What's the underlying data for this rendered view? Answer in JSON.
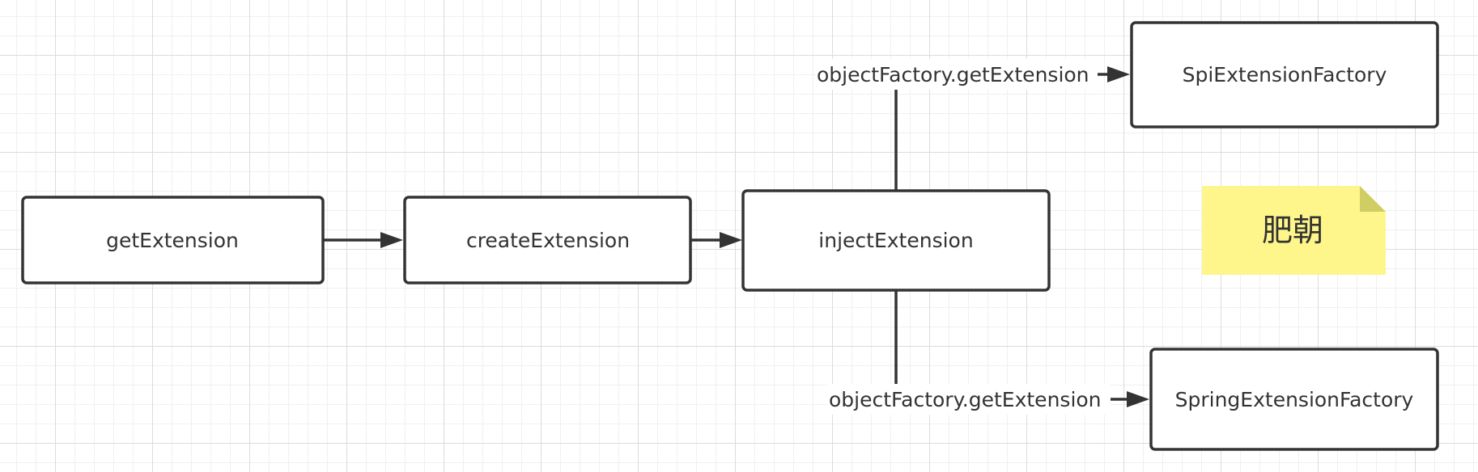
{
  "nodes": {
    "get_extension": "getExtension",
    "create_extension": "createExtension",
    "inject_extension": "injectExtension",
    "spi_extension_factory": "SpiExtensionFactory",
    "spring_extension_factory": "SpringExtensionFactory"
  },
  "edges": {
    "to_spi_label": "objectFactory.getExtension",
    "to_spring_label": "objectFactory.getExtension"
  },
  "note": {
    "text": "肥朝",
    "color": "#fef68a",
    "fold_color": "#cfcd63"
  },
  "colors": {
    "stroke": "#333333",
    "grid": "#dcdcdc"
  }
}
